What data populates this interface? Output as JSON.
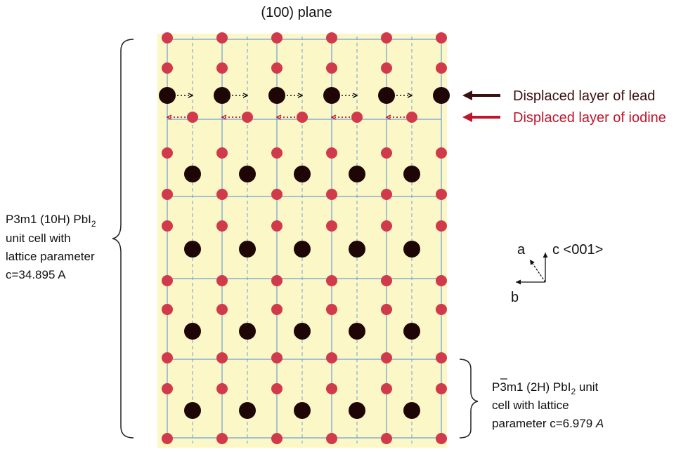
{
  "title": "(100) plane",
  "colors": {
    "background": "#fbf7c6",
    "grid": "#6f9fd8",
    "iodine": "#d03a4b",
    "lead": "#1e0606",
    "lead_label": "#3a0f0f",
    "iodine_label": "#c0152b"
  },
  "labels": {
    "lead_layer": "Displaced layer of lead",
    "iodine_layer": "Displaced layer of iodine",
    "cell_10h": {
      "line1": "P3m1 (10H) PbI",
      "line1_sub": "2",
      "line2": "unit cell with",
      "line3": "lattice parameter",
      "line4": "c=34.895 A"
    },
    "cell_2h": {
      "line1_p": "P",
      "line1_bar": "3",
      "line1_mid": "m1 (2H) PbI",
      "line1_sub": "2",
      "line1_end": " unit",
      "line2": "cell with lattice",
      "line3_a": "parameter  c=6.979 ",
      "line3_b": "A"
    }
  },
  "axes": {
    "a": "a",
    "b": "b",
    "c": "c <001>"
  }
}
